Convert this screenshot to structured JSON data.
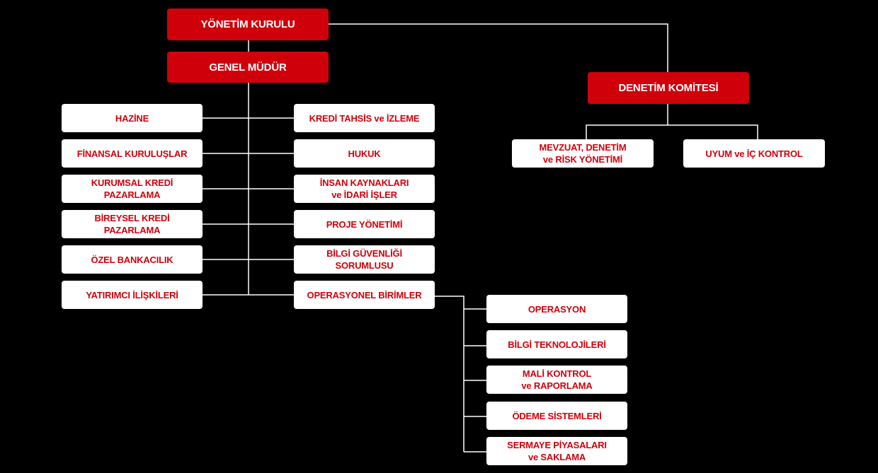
{
  "colors": {
    "background": "#000000",
    "accent_red": "#d0000b",
    "box_white": "#ffffff",
    "line": "#ffffff"
  },
  "top": {
    "board": "YÖNETİM KURULU",
    "gm": "GENEL MÜDÜR",
    "audit_committee": "DENETİM KOMİTESİ"
  },
  "left_units": [
    "HAZİNE",
    "FİNANSAL KURULUŞLAR",
    "KURUMSAL KREDİ\nPAZARLAMA",
    "BİREYSEL KREDİ\nPAZARLAMA",
    "ÖZEL BANKACILIK",
    "YATIRIMCI İLİŞKİLERİ"
  ],
  "right_units": [
    "KREDİ TAHSİS ve İZLEME",
    "HUKUK",
    "İNSAN KAYNAKLARI\nve İDARİ İŞLER",
    "PROJE YÖNETİMİ",
    "BİLGİ GÜVENLİĞİ\nSORUMLUSU",
    "OPERASYONEL BİRİMLER"
  ],
  "operational_units": [
    "OPERASYON",
    "BİLGİ TEKNOLOJİLERİ",
    "MALİ KONTROL\nve RAPORLAMA",
    "ÖDEME SİSTEMLERİ",
    "SERMAYE PİYASALARI\nve SAKLAMA"
  ],
  "audit_units": [
    "MEVZUAT, DENETİM\nve RİSK YÖNETİMİ",
    "UYUM ve İÇ KONTROL"
  ]
}
